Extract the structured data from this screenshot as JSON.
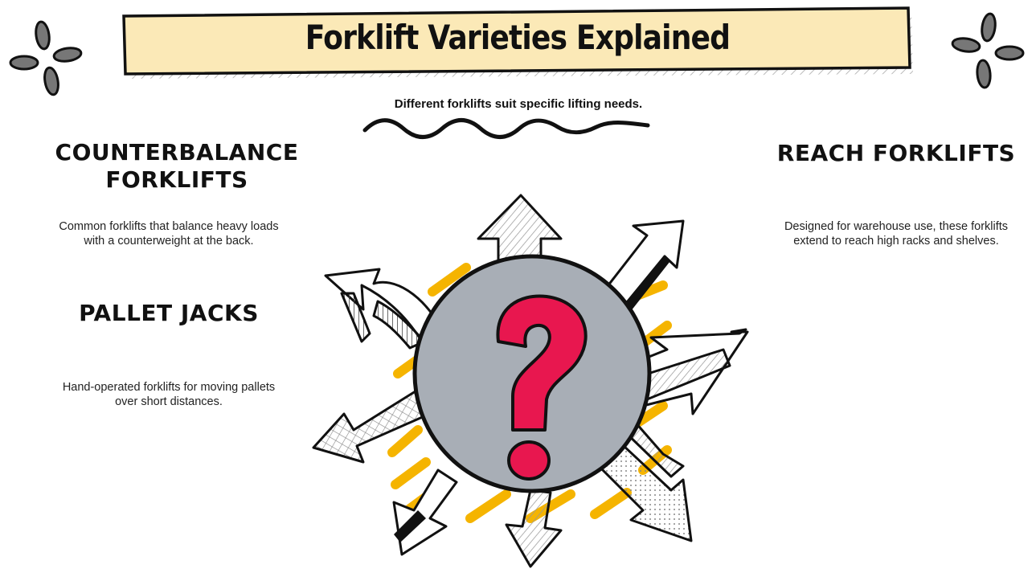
{
  "header": {
    "title": "Forklift Varieties Explained",
    "subtitle": "Different forklifts suit specific lifting needs."
  },
  "sections": {
    "counterbalance": {
      "heading_line1": "Counterbalance",
      "heading_line2": "Forklifts",
      "desc_line1": "Common forklifts that balance heavy loads",
      "desc_line2": "with a counterweight at the back."
    },
    "pallet": {
      "heading": "Pallet Jacks",
      "desc_line1": "Hand-operated forklifts for moving pallets",
      "desc_line2": "over short distances."
    },
    "reach": {
      "heading": "Reach Forklifts",
      "desc_line1": "Designed for warehouse use, these forklifts",
      "desc_line2": "extend to reach high racks and shelves."
    }
  },
  "center": {
    "symbol": "?"
  },
  "colors": {
    "banner": "#fbe9b7",
    "accent_yellow": "#f5b400",
    "circle": "#a8aeb6",
    "question": "#e8174f",
    "ink": "#111111"
  }
}
